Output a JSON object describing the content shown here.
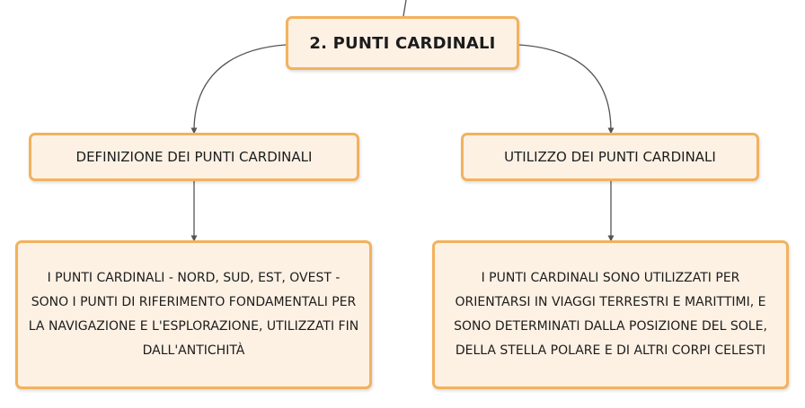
{
  "root": {
    "title": "2. PUNTI CARDINALI"
  },
  "left_branch": {
    "title": "DEFINIZIONE DEI PUNTI CARDINALI",
    "description": "I PUNTI CARDINALI - NORD, SUD, EST, OVEST - SONO I PUNTI DI RIFERIMENTO FONDAMENTALI PER LA NAVIGAZIONE E L'ESPLORAZIONE, UTILIZZATI FIN DALL'ANTICHITÀ"
  },
  "right_branch": {
    "title": "UTILIZZO DEI PUNTI CARDINALI",
    "description": "I PUNTI CARDINALI SONO UTILIZZATI PER ORIENTARSI IN VIAGGI TERRESTRI E MARITTIMI, E SONO DETERMINATI DALLA POSIZIONE DEL SOLE, DELLA STELLA POLARE E DI ALTRI CORPI CELESTI"
  },
  "colors": {
    "node_fill": "#fdf1e4",
    "node_border": "#f2b25e",
    "connector": "#555555"
  }
}
